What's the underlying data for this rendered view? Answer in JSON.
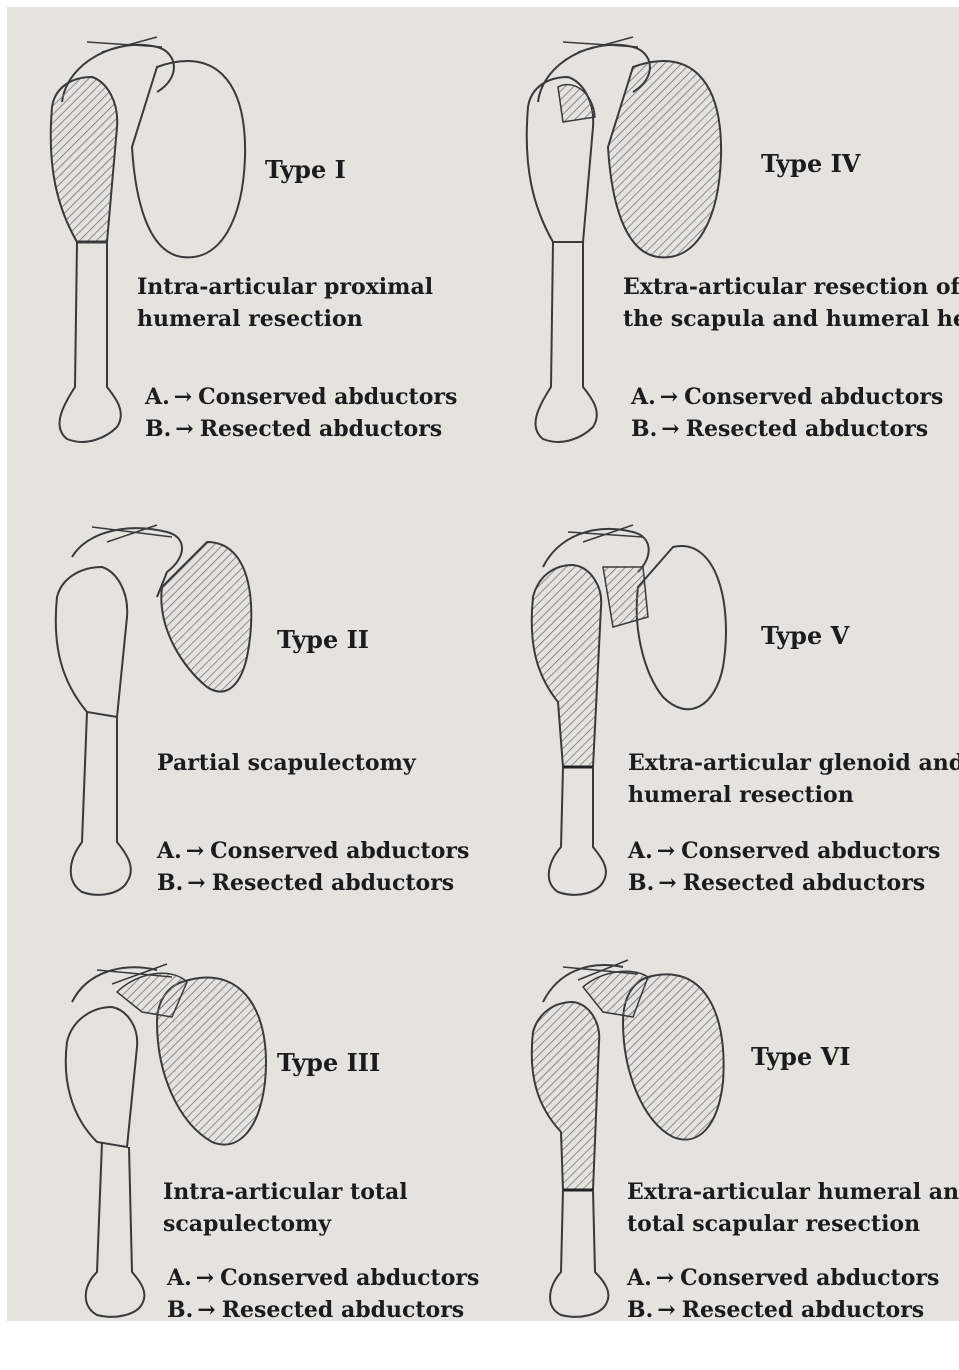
{
  "colors": {
    "paper": "#e4e3de",
    "ink": "#3a3a3a",
    "hatch": "#8a8a8a",
    "text": "#1c1c1c"
  },
  "arrow_glyph": "→",
  "panels": [
    {
      "type": "Type I",
      "caption_lines": [
        "Intra-articular proximal",
        "humeral resection"
      ],
      "option_a_letter": "A.",
      "option_a": "Conserved abductors",
      "option_b_letter": "B.",
      "option_b": "Resected abductors"
    },
    {
      "type": "Type IV",
      "caption_lines": [
        "Extra-articular resection of",
        "the scapula and humeral head"
      ],
      "option_a_letter": "A.",
      "option_a": "Conserved abductors",
      "option_b_letter": "B.",
      "option_b": "Resected abductors"
    },
    {
      "type": "Type II",
      "caption_lines": [
        "Partial scapulectomy"
      ],
      "option_a_letter": "A.",
      "option_a": "Conserved abductors",
      "option_b_letter": "B.",
      "option_b": "Resected abductors"
    },
    {
      "type": "Type V",
      "caption_lines": [
        "Extra-articular glenoid and",
        "humeral resection"
      ],
      "option_a_letter": "A.",
      "option_a": "Conserved abductors",
      "option_b_letter": "B.",
      "option_b": "Resected abductors"
    },
    {
      "type": "Type III",
      "caption_lines": [
        "Intra-articular total",
        "scapulectomy"
      ],
      "option_a_letter": "A.",
      "option_a": "Conserved abductors",
      "option_b_letter": "B.",
      "option_b": "Resected abductors"
    },
    {
      "type": "Type VI",
      "caption_lines": [
        "Extra-articular humeral and",
        "total scapular resection"
      ],
      "option_a_letter": "A.",
      "option_a": "Conserved abductors",
      "option_b_letter": "B.",
      "option_b": "Resected abductors"
    }
  ]
}
